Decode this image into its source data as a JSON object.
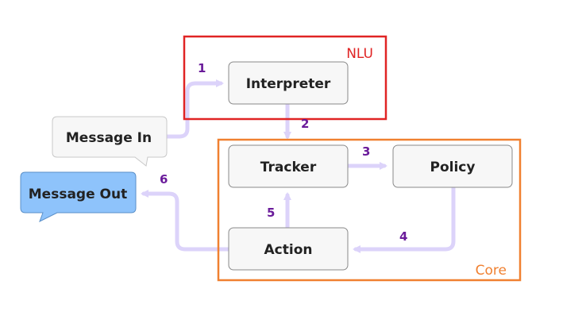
{
  "groups": {
    "nlu": {
      "label": "NLU",
      "color": "#e02424"
    },
    "core": {
      "label": "Core",
      "color": "#f08030"
    }
  },
  "nodes": {
    "interpreter": "Interpreter",
    "tracker": "Tracker",
    "policy": "Policy",
    "action": "Action",
    "message_in": "Message In",
    "message_out": "Message Out"
  },
  "steps": {
    "s1": "1",
    "s2": "2",
    "s3": "3",
    "s4": "4",
    "s5": "5",
    "s6": "6"
  },
  "colors": {
    "arrow": "#dcd3fa",
    "step_label": "#6a1b9a",
    "node_fill": "#f7f7f7",
    "node_stroke": "#8a8a8a",
    "message_out_fill": "#8ec3fb",
    "message_out_stroke": "#5a8fc8"
  }
}
